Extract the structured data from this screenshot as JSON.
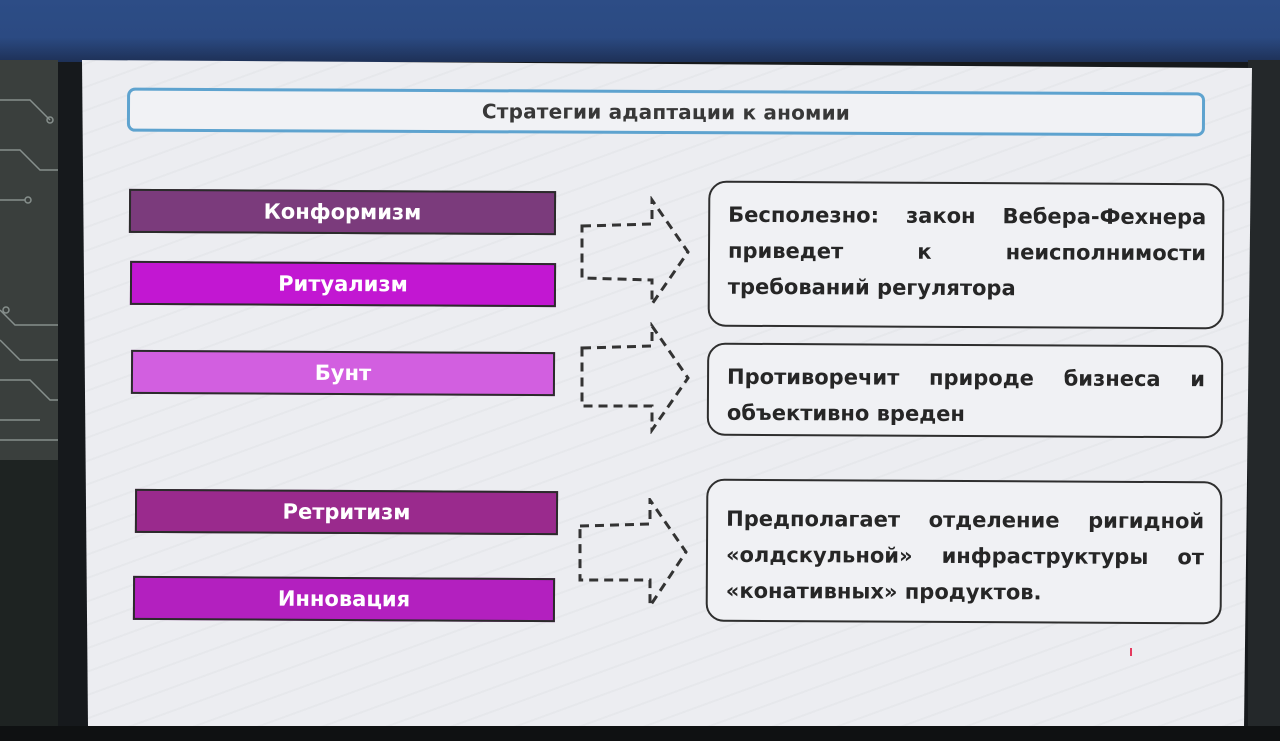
{
  "slide": {
    "title": "Стратегии адаптации к аномии",
    "strategies": [
      {
        "label": "Конформизм",
        "color": "#7b3b7c"
      },
      {
        "label": "Ритуализм",
        "color": "#c217d2"
      },
      {
        "label": "Бунт",
        "color": "#d25fe0"
      },
      {
        "label": "Ретритизм",
        "color": "#9a2a8d"
      },
      {
        "label": "Инновация",
        "color": "#b320bf"
      }
    ],
    "descriptions": [
      {
        "text": "Бесполезно: закон Вебера-Фехнера приведет к неисполнимости требований регулятора"
      },
      {
        "text": "Противоречит природе бизнеса и объективно вреден"
      },
      {
        "text": "Предполагает отделение ригидной «олдскульной» инфраструктуры от «конативных» продуктов."
      }
    ]
  },
  "colors": {
    "title_border": "#5ea3cf",
    "slide_background": "#ecedf1",
    "projector_frame": "#2b4a82"
  }
}
